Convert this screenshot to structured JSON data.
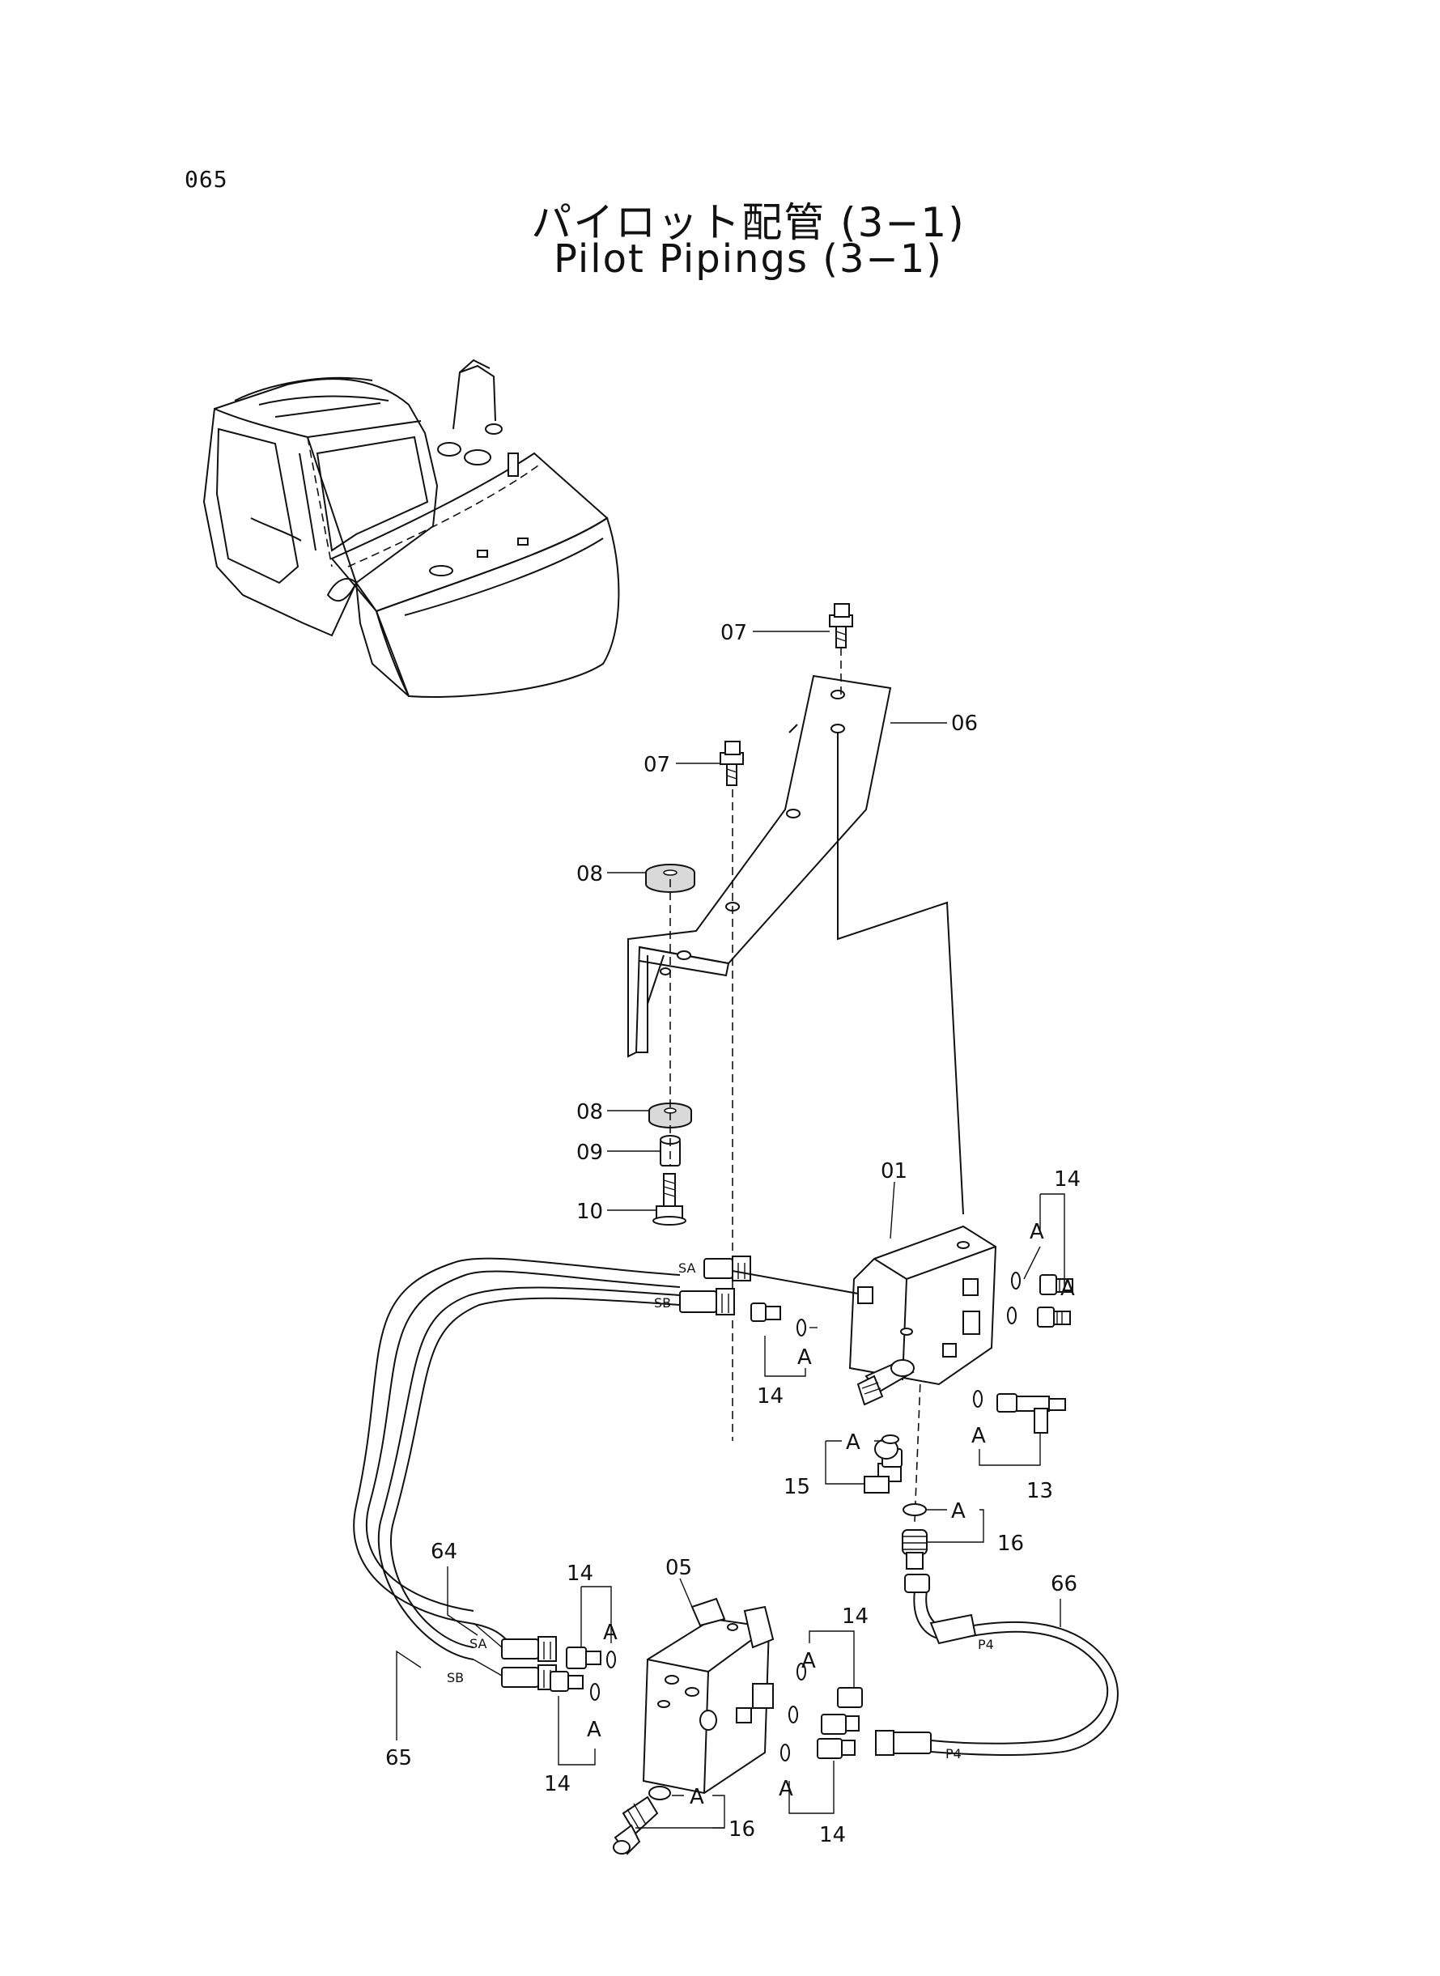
{
  "page_number": "065",
  "title_japanese": "パイロット配管 (3−1)",
  "title_english": "Pilot Pipings (3−1)",
  "part_labels": {
    "p01": "01",
    "p05": "05",
    "p06": "06",
    "p07a": "07",
    "p07b": "07",
    "p08a": "08",
    "p08b": "08",
    "p09": "09",
    "p10": "10",
    "p13": "13",
    "p14a": "14",
    "p14b": "14",
    "p14c": "14",
    "p14d": "14",
    "p14e": "14",
    "p15": "15",
    "p16a": "16",
    "p16b": "16",
    "p64": "64",
    "p65": "65",
    "p66": "66"
  },
  "port_labels": {
    "sa1": "SA",
    "sb1": "SB",
    "sa2": "SA",
    "sb2": "SB",
    "p4a": "P4",
    "p4b": "P4"
  },
  "ref_marks": {
    "a1": "A",
    "a2": "A",
    "a3": "A",
    "a4": "A",
    "a5": "A",
    "a6": "A",
    "a7": "A",
    "a8": "A",
    "a9": "A",
    "a10": "A",
    "a11": "A"
  }
}
